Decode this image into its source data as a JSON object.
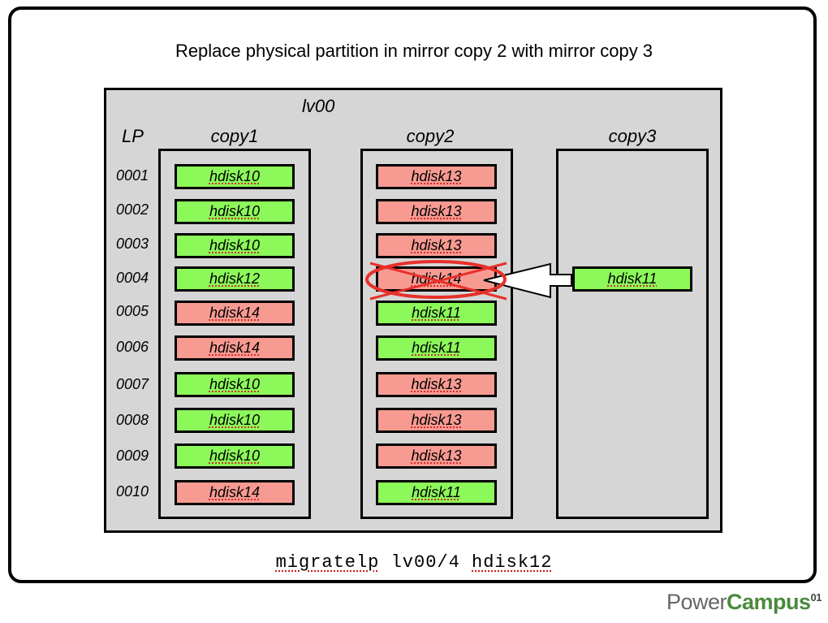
{
  "title": "Replace physical partition in mirror copy 2 with mirror copy 3",
  "lv_name": "lv00",
  "lp_header": "LP",
  "copy_headers": [
    "copy1",
    "copy2",
    "copy3"
  ],
  "lp_numbers": [
    "0001",
    "0002",
    "0003",
    "0004",
    "0005",
    "0006",
    "0007",
    "0008",
    "0009",
    "0010"
  ],
  "copy1": [
    {
      "disk": "hdisk10",
      "status": "green"
    },
    {
      "disk": "hdisk10",
      "status": "green"
    },
    {
      "disk": "hdisk10",
      "status": "green"
    },
    {
      "disk": "hdisk12",
      "status": "green"
    },
    {
      "disk": "hdisk14",
      "status": "red"
    },
    {
      "disk": "hdisk14",
      "status": "red"
    },
    {
      "disk": "hdisk10",
      "status": "green"
    },
    {
      "disk": "hdisk10",
      "status": "green"
    },
    {
      "disk": "hdisk10",
      "status": "green"
    },
    {
      "disk": "hdisk14",
      "status": "red"
    }
  ],
  "copy2": [
    {
      "disk": "hdisk13",
      "status": "red"
    },
    {
      "disk": "hdisk13",
      "status": "red"
    },
    {
      "disk": "hdisk13",
      "status": "red"
    },
    {
      "disk": "hdisk14",
      "status": "red"
    },
    {
      "disk": "hdisk11",
      "status": "green"
    },
    {
      "disk": "hdisk11",
      "status": "green"
    },
    {
      "disk": "hdisk13",
      "status": "red"
    },
    {
      "disk": "hdisk13",
      "status": "red"
    },
    {
      "disk": "hdisk13",
      "status": "red"
    },
    {
      "disk": "hdisk11",
      "status": "green"
    }
  ],
  "copy3": [
    {
      "row": 4,
      "disk": "hdisk11",
      "status": "green"
    }
  ],
  "command": {
    "cmd": "migratelp",
    "arg": "lv00/4",
    "disk": "hdisk12"
  },
  "brand": {
    "part1": "Power",
    "part2": "Campus",
    "sup": "01"
  },
  "colors": {
    "green": "#8cf85a",
    "red": "#f79a92",
    "panel": "#d6d6d6",
    "cross": "#e8302a"
  }
}
